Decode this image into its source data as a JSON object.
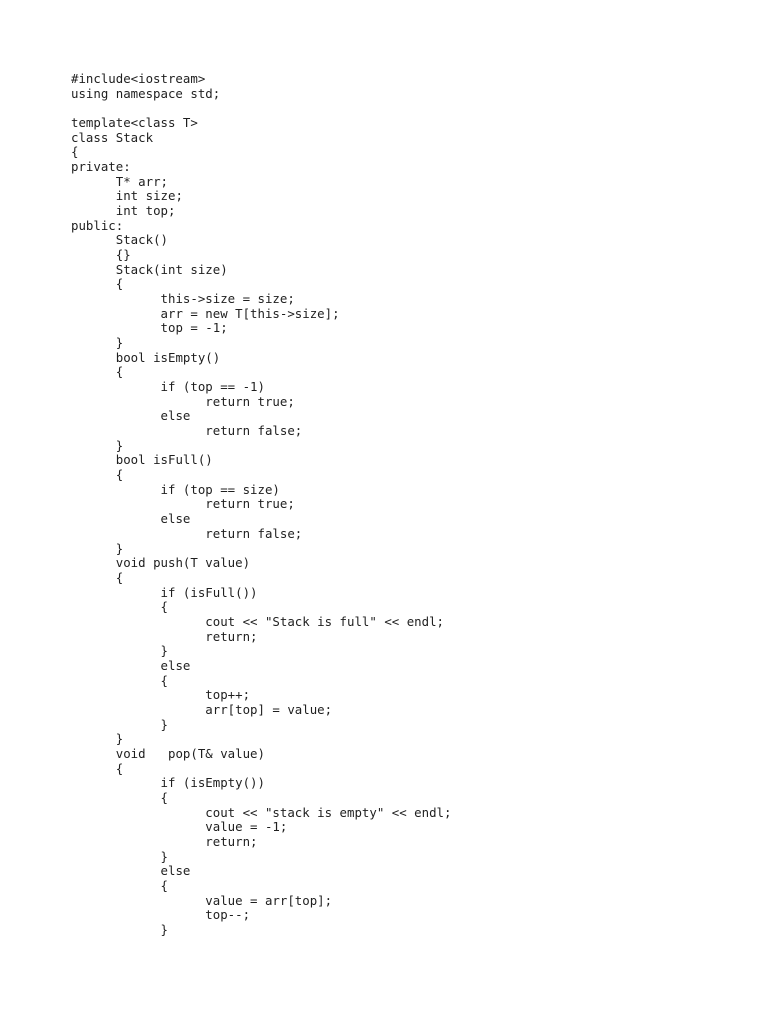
{
  "document": {
    "lines": [
      "#include<iostream>",
      "using namespace std;",
      "",
      "template<class T>",
      "class Stack",
      "{",
      "private:",
      "\tT* arr;",
      "\tint size;",
      "\tint top;",
      "public:",
      "\tStack()",
      "\t{}",
      "\tStack(int size)",
      "\t{",
      "\t\tthis->size = size;",
      "\t\tarr = new T[this->size];",
      "\t\ttop = -1;",
      "\t}",
      "\tbool isEmpty()",
      "\t{",
      "\t\tif (top == -1)",
      "\t\t\treturn true;",
      "\t\telse",
      "\t\t\treturn false;",
      "\t}",
      "\tbool isFull()",
      "\t{",
      "\t\tif (top == size)",
      "\t\t\treturn true;",
      "\t\telse",
      "\t\t\treturn false;",
      "\t}",
      "\tvoid push(T value)",
      "\t{",
      "\t\tif (isFull())",
      "\t\t{",
      "\t\t\tcout << \"Stack is full\" << endl;",
      "\t\t\treturn;",
      "\t\t}",
      "\t\telse",
      "\t\t{",
      "\t\t\ttop++;",
      "\t\t\tarr[top] = value;",
      "\t\t}",
      "\t}",
      "\tvoid   pop(T& value)",
      "\t{",
      "\t\tif (isEmpty())",
      "\t\t{",
      "\t\t\tcout << \"stack is empty\" << endl;",
      "\t\t\tvalue = -1;",
      "\t\t\treturn;",
      "\t\t}",
      "\t\telse",
      "\t\t{",
      "\t\t\tvalue = arr[top];",
      "\t\t\ttop--;",
      "\t\t}"
    ]
  }
}
